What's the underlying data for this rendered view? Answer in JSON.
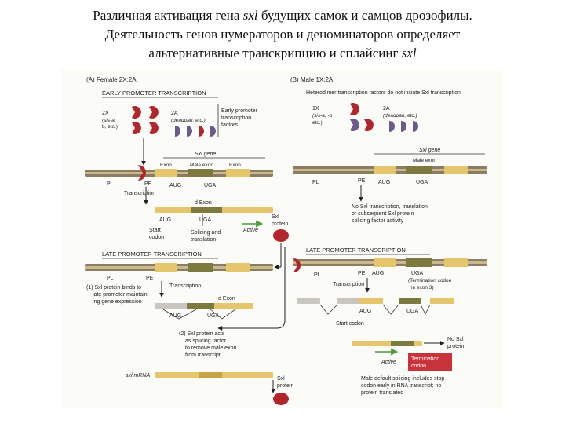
{
  "title": {
    "line1_a": "Различная активация гена ",
    "line1_gene": "sxl",
    "line1_b": "  будущих самок и самцов дрозофилы.",
    "line2": "Деятельность генов нумераторов и деноминаторов определяет",
    "line3_a": "альтернативные транскрипцию и сплайсинг ",
    "line3_gene": "sxl"
  },
  "panelA": {
    "header": "(A)  Female    2X:2A",
    "early_heading": "EARLY PROMOTER TRANSCRIPTION",
    "label_2x": "2X",
    "label_2x_genes": "(sis-a,",
    "label_2x_genes2": "b, etc.)",
    "label_2a": "2A",
    "label_2a_genes": "(deadpan, etc.)",
    "factors_1": "Early promoter",
    "factors_2": "transcription",
    "factors_3": "factors",
    "sxl_gene": "Sxl gene",
    "exon_left": "Exon",
    "male_exon": "Male exon",
    "exon_right": "Exon",
    "pl": "PL",
    "pe": "PE",
    "transcription": "Transcription",
    "aug": "AUG",
    "uga": "UGA",
    "d_exon": "d Exon",
    "aug2": "AUG",
    "uga2": "UGA",
    "start_codon_1": "Start",
    "start_codon_2": "codon",
    "splicing_1": "Splicing and",
    "splicing_2": "translation",
    "active": "Active",
    "sxl_protein_1": "Sxl",
    "sxl_protein_2": "protein",
    "late_heading": "LATE PROMOTER TRANSCRIPTION",
    "pl2": "PL",
    "pe2": "PE",
    "step1_1": "(1)  Sxl protein binds to",
    "step1_2": "late promoter maintain-",
    "step1_3": "ing gene expression",
    "transcription2": "Transcription",
    "d_exon2": "d Exon",
    "aug3": "AUG",
    "uga3": "UGA",
    "step2_1": "(2)  Sxl protein acts",
    "step2_2": "as splicing factor",
    "step2_3": "to remove male exon",
    "step2_4": "from transcript",
    "sxl_mrna": "sxl mRNA",
    "sxl_protein2_1": "Sxl",
    "sxl_protein2_2": "protein"
  },
  "panelB": {
    "header": "(B)  Male    1X:2A",
    "heterodimer": "Heterodimer transcription factors do not initiate Sxl transcription",
    "label_1x": "1X",
    "label_1x_genes": "(sis-a, -b",
    "label_1x_genes2": "etc.)",
    "label_2a": "2A",
    "label_2a_genes": "(deadpan, etc.)",
    "sxl_gene": "Sxl gene",
    "male_exon": "Male exon",
    "pl": "PL",
    "pe": "PE",
    "aug": "AUG",
    "uga": "UGA",
    "no_sxl_1": "No Sxl transcription, translation",
    "no_sxl_2": "or subsequent Sxl protein",
    "no_sxl_3": "splicing factor activity",
    "late_heading": "LATE PROMOTER TRANSCRIPTION",
    "pl2": "PL",
    "pe2": "PE",
    "aug2": "AUG",
    "uga2": "UGA",
    "termination_1": "(Termination codon",
    "termination_2": "in exon 3)",
    "transcription": "Transcription",
    "aug3": "AUG",
    "uga3": "UGA",
    "start_codon": "Start codon",
    "no_sxl_protein_1": "No Sxl",
    "no_sxl_protein_2": "protein",
    "active": "Active",
    "termination_box_1": "Termination",
    "termination_box_2": "codon",
    "male_default_1": "Male default splicing includes stop",
    "male_default_2": "codon early in RNA transcript; no",
    "male_default_3": "protein translated"
  },
  "colors": {
    "dna": "#8a7d62",
    "exon": "#e5c66c",
    "male_exon": "#7c7a3e",
    "protein_red": "#b2252d",
    "protein_purple": "#6b5a8e",
    "active_arrow": "#4e9b3c",
    "termination_box": "#c8323a"
  }
}
